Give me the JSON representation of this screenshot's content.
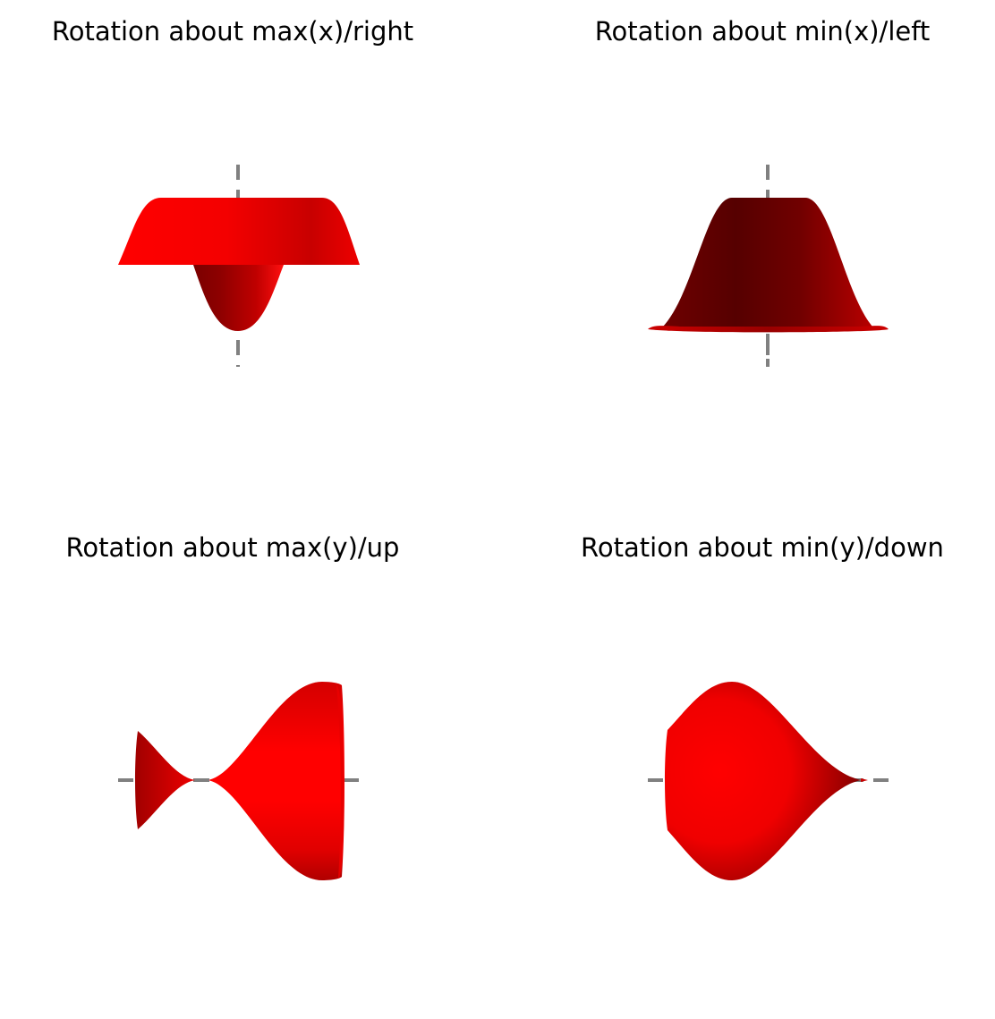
{
  "figure": {
    "panels": [
      {
        "id": "max-x",
        "title": "Rotation about max(x)/right",
        "axis": "vertical"
      },
      {
        "id": "min-x",
        "title": "Rotation about min(x)/left",
        "axis": "vertical"
      },
      {
        "id": "max-y",
        "title": "Rotation about max(y)/up",
        "axis": "horizontal"
      },
      {
        "id": "min-y",
        "title": "Rotation about min(y)/down",
        "axis": "horizontal"
      }
    ]
  },
  "colors": {
    "surface_bright": "#ff0000",
    "surface_mid": "#cc0000",
    "surface_dark": "#5a0000",
    "axis": "#808080",
    "background": "#ffffff",
    "text": "#000000"
  }
}
